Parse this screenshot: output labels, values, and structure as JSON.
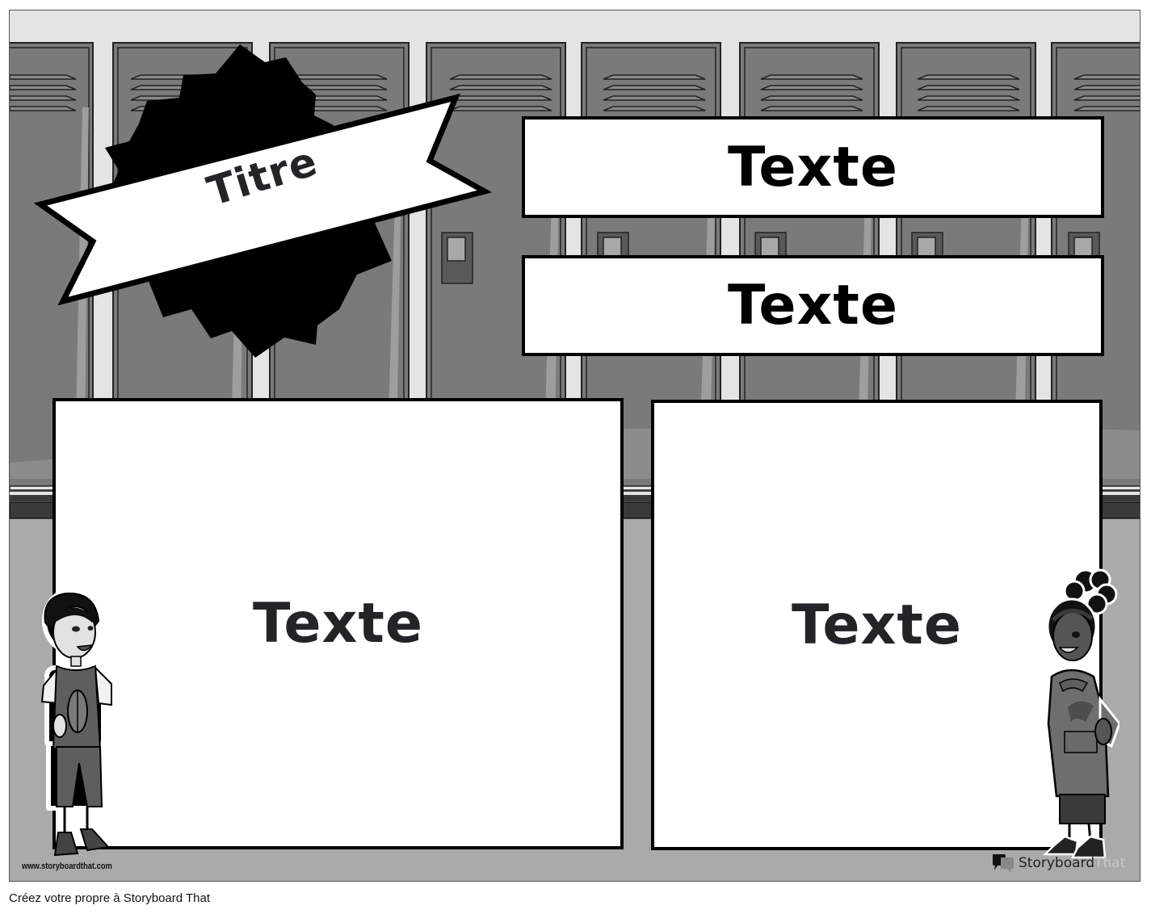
{
  "poster": {
    "title_banner": "Titre",
    "text_boxes": {
      "top_1": "Texte",
      "top_2": "Texte",
      "bottom_left": "Texte",
      "bottom_right": "Texte"
    },
    "watermark_url": "www.storyboardthat.com",
    "logo": {
      "brand_main": "Storyboard",
      "brand_accent": "That"
    },
    "colors": {
      "wall": "#e4e4e4",
      "locker": "#7a7a7a",
      "floor": "#aaaaaa",
      "baseboard": "#3a3a3a",
      "starburst": "#000000",
      "box_fill": "#ffffff",
      "text": "#222428"
    }
  },
  "footer": {
    "caption": "Créez votre propre à Storyboard That"
  }
}
